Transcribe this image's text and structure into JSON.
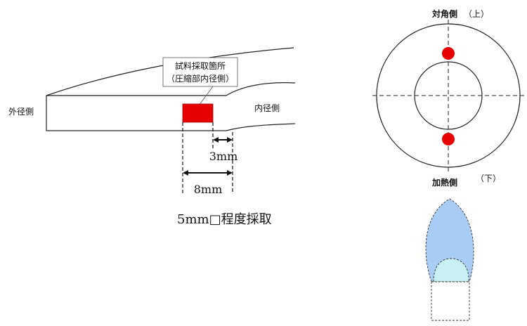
{
  "pipe_section": {
    "outer_side_label": "外径側",
    "inner_side_label": "内径側",
    "sample_callout_line1": "試料採取箇所",
    "sample_callout_line2": "（圧縮部内径側）",
    "dim_3": "3mm",
    "dim_8": "8mm",
    "sampling_note": "5mm□程度採取",
    "sample_color": "#e60000"
  },
  "cross_section": {
    "top_label": "対角側",
    "top_label_paren": "（上）",
    "bottom_label": "加熱側",
    "bottom_label_paren": "（下）",
    "dot_color": "#e60000"
  },
  "flame": {
    "outer_color": "#a9ccf5",
    "inner_color": "#c9f0f4"
  }
}
